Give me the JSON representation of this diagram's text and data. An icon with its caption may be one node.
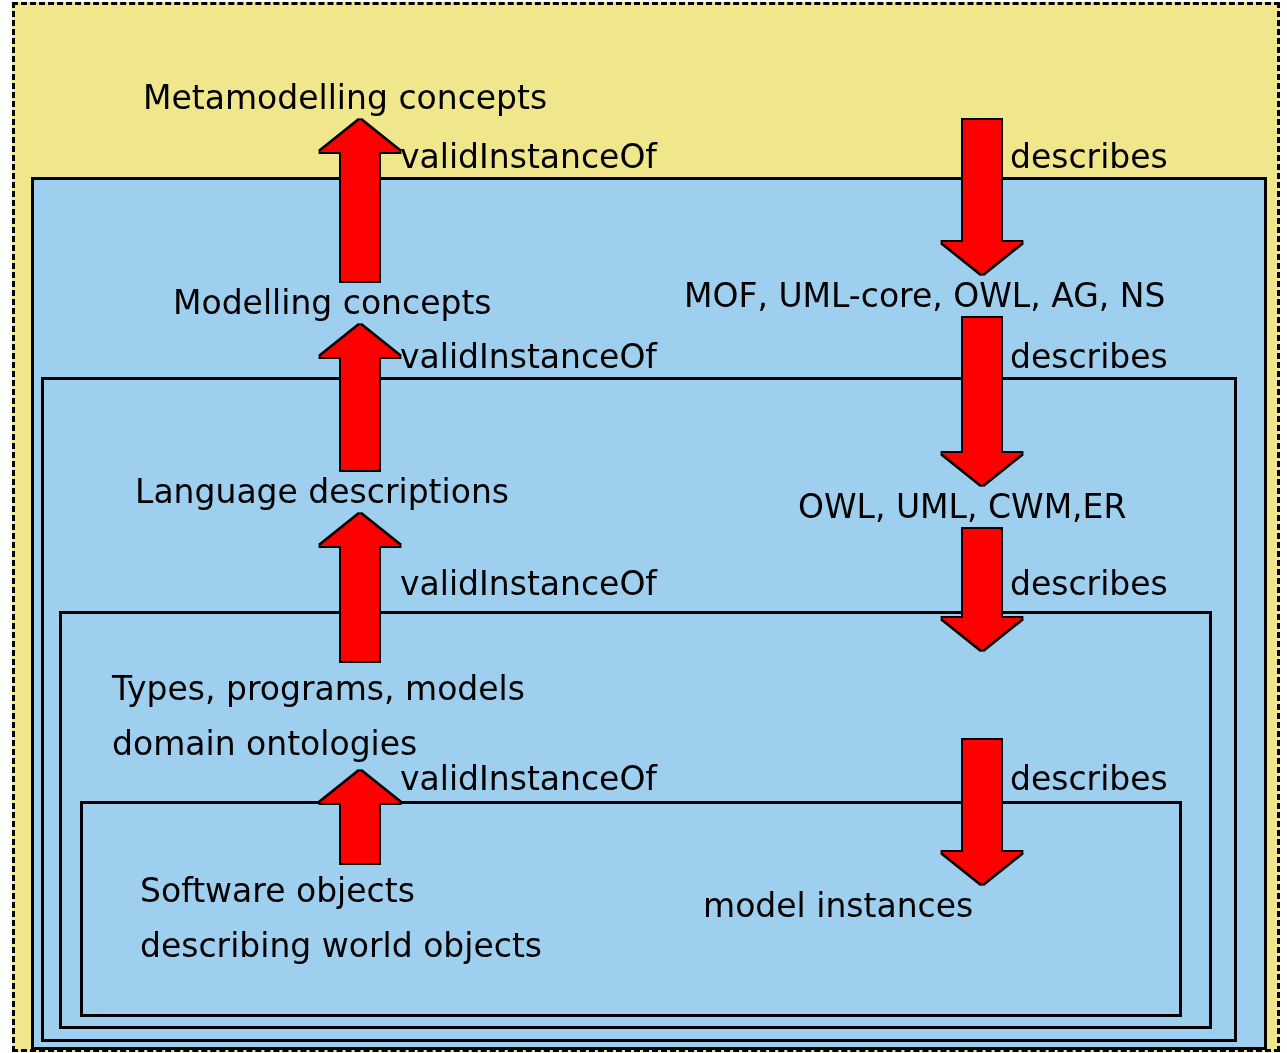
{
  "diagram": {
    "nodes": [
      {
        "text": [],
        "shape": "box"
      },
      {
        "text": [
          "Metamodelling concepts"
        ],
        "in": 0
      },
      {
        "text": [],
        "shape": "box",
        "in": 0
      },
      {
        "text": [
          "Modelling concepts"
        ],
        "in": 2
      },
      {
        "text": [
          "MOF, UML-core, OWL, AG, NS"
        ],
        "in": 2
      },
      {
        "text": [],
        "shape": "box",
        "in": 2
      },
      {
        "text": [
          "Language descriptions"
        ],
        "in": 5
      },
      {
        "text": [
          "OWL, UML, CWM,ER"
        ],
        "in": 5
      },
      {
        "text": [],
        "shape": "box",
        "in": 5
      },
      {
        "text": [
          "Types, programs, models domain ontologies"
        ],
        "in": 8
      },
      {
        "text": [],
        "shape": "box",
        "in": 8
      },
      {
        "text": [
          "Software objects describing world objects"
        ],
        "in": 10
      },
      {
        "text": [
          "model instances"
        ],
        "in": 10
      }
    ],
    "edges": [
      {
        "from": 3,
        "to": 1,
        "arrow": "to",
        "label": "validInstanceOf"
      },
      {
        "from": null,
        "to": 4,
        "arrow": "to",
        "label": "describes"
      },
      {
        "from": 6,
        "to": 3,
        "arrow": "to",
        "label": "validInstanceOf"
      },
      {
        "from": 4,
        "to": 7,
        "arrow": "to",
        "label": "describes"
      },
      {
        "from": 9,
        "to": 6,
        "arrow": "to",
        "label": "validInstanceOf"
      },
      {
        "from": 7,
        "to": 8,
        "arrow": "to",
        "label": "describes"
      },
      {
        "from": 11,
        "to": 9,
        "arrow": "to",
        "label": "validInstanceOf"
      },
      {
        "from": null,
        "to": 12,
        "arrow": "to",
        "label": "describes"
      }
    ]
  }
}
